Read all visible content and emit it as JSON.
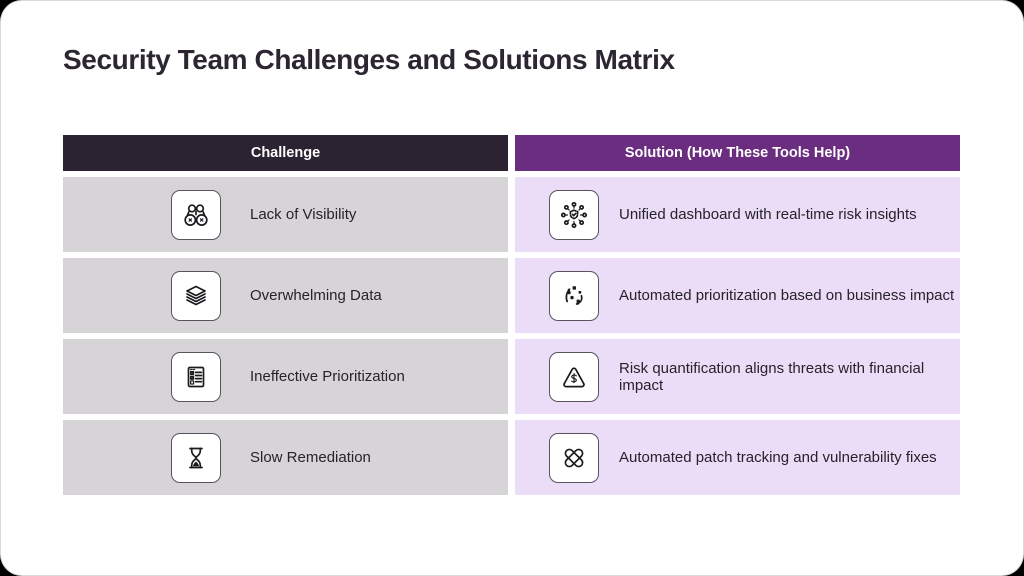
{
  "page": {
    "title": "Security Team Challenges and Solutions Matrix"
  },
  "table": {
    "headers": {
      "challenge": "Challenge",
      "solution": "Solution (How These Tools Help)"
    },
    "rows": [
      {
        "challenge": {
          "icon": "binoculars-icon",
          "label": "Lack of Visibility"
        },
        "solution": {
          "icon": "shield-network-icon",
          "label": "Unified dashboard with real-time risk insights"
        }
      },
      {
        "challenge": {
          "icon": "layers-stack-icon",
          "label": "Overwhelming Data"
        },
        "solution": {
          "icon": "scatter-flow-icon",
          "label": "Automated prioritization based on business impact"
        }
      },
      {
        "challenge": {
          "icon": "checklist-document-icon",
          "label": "Ineffective Prioritization"
        },
        "solution": {
          "icon": "dollar-warning-triangle-icon",
          "label": "Risk quantification aligns threats with financial impact"
        }
      },
      {
        "challenge": {
          "icon": "hourglass-icon",
          "label": "Slow Remediation"
        },
        "solution": {
          "icon": "patch-bandage-icon",
          "label": "Automated patch tracking and vulnerability fixes"
        }
      }
    ]
  },
  "colors": {
    "header_dark": "#2b2331",
    "header_purple": "#6b2d80",
    "cell_gray": "#d6d4d7",
    "cell_light_purple": "#ebdcf7",
    "card_background": "#ffffff",
    "title_text": "#2b2632",
    "cell_text": "#26232b"
  }
}
